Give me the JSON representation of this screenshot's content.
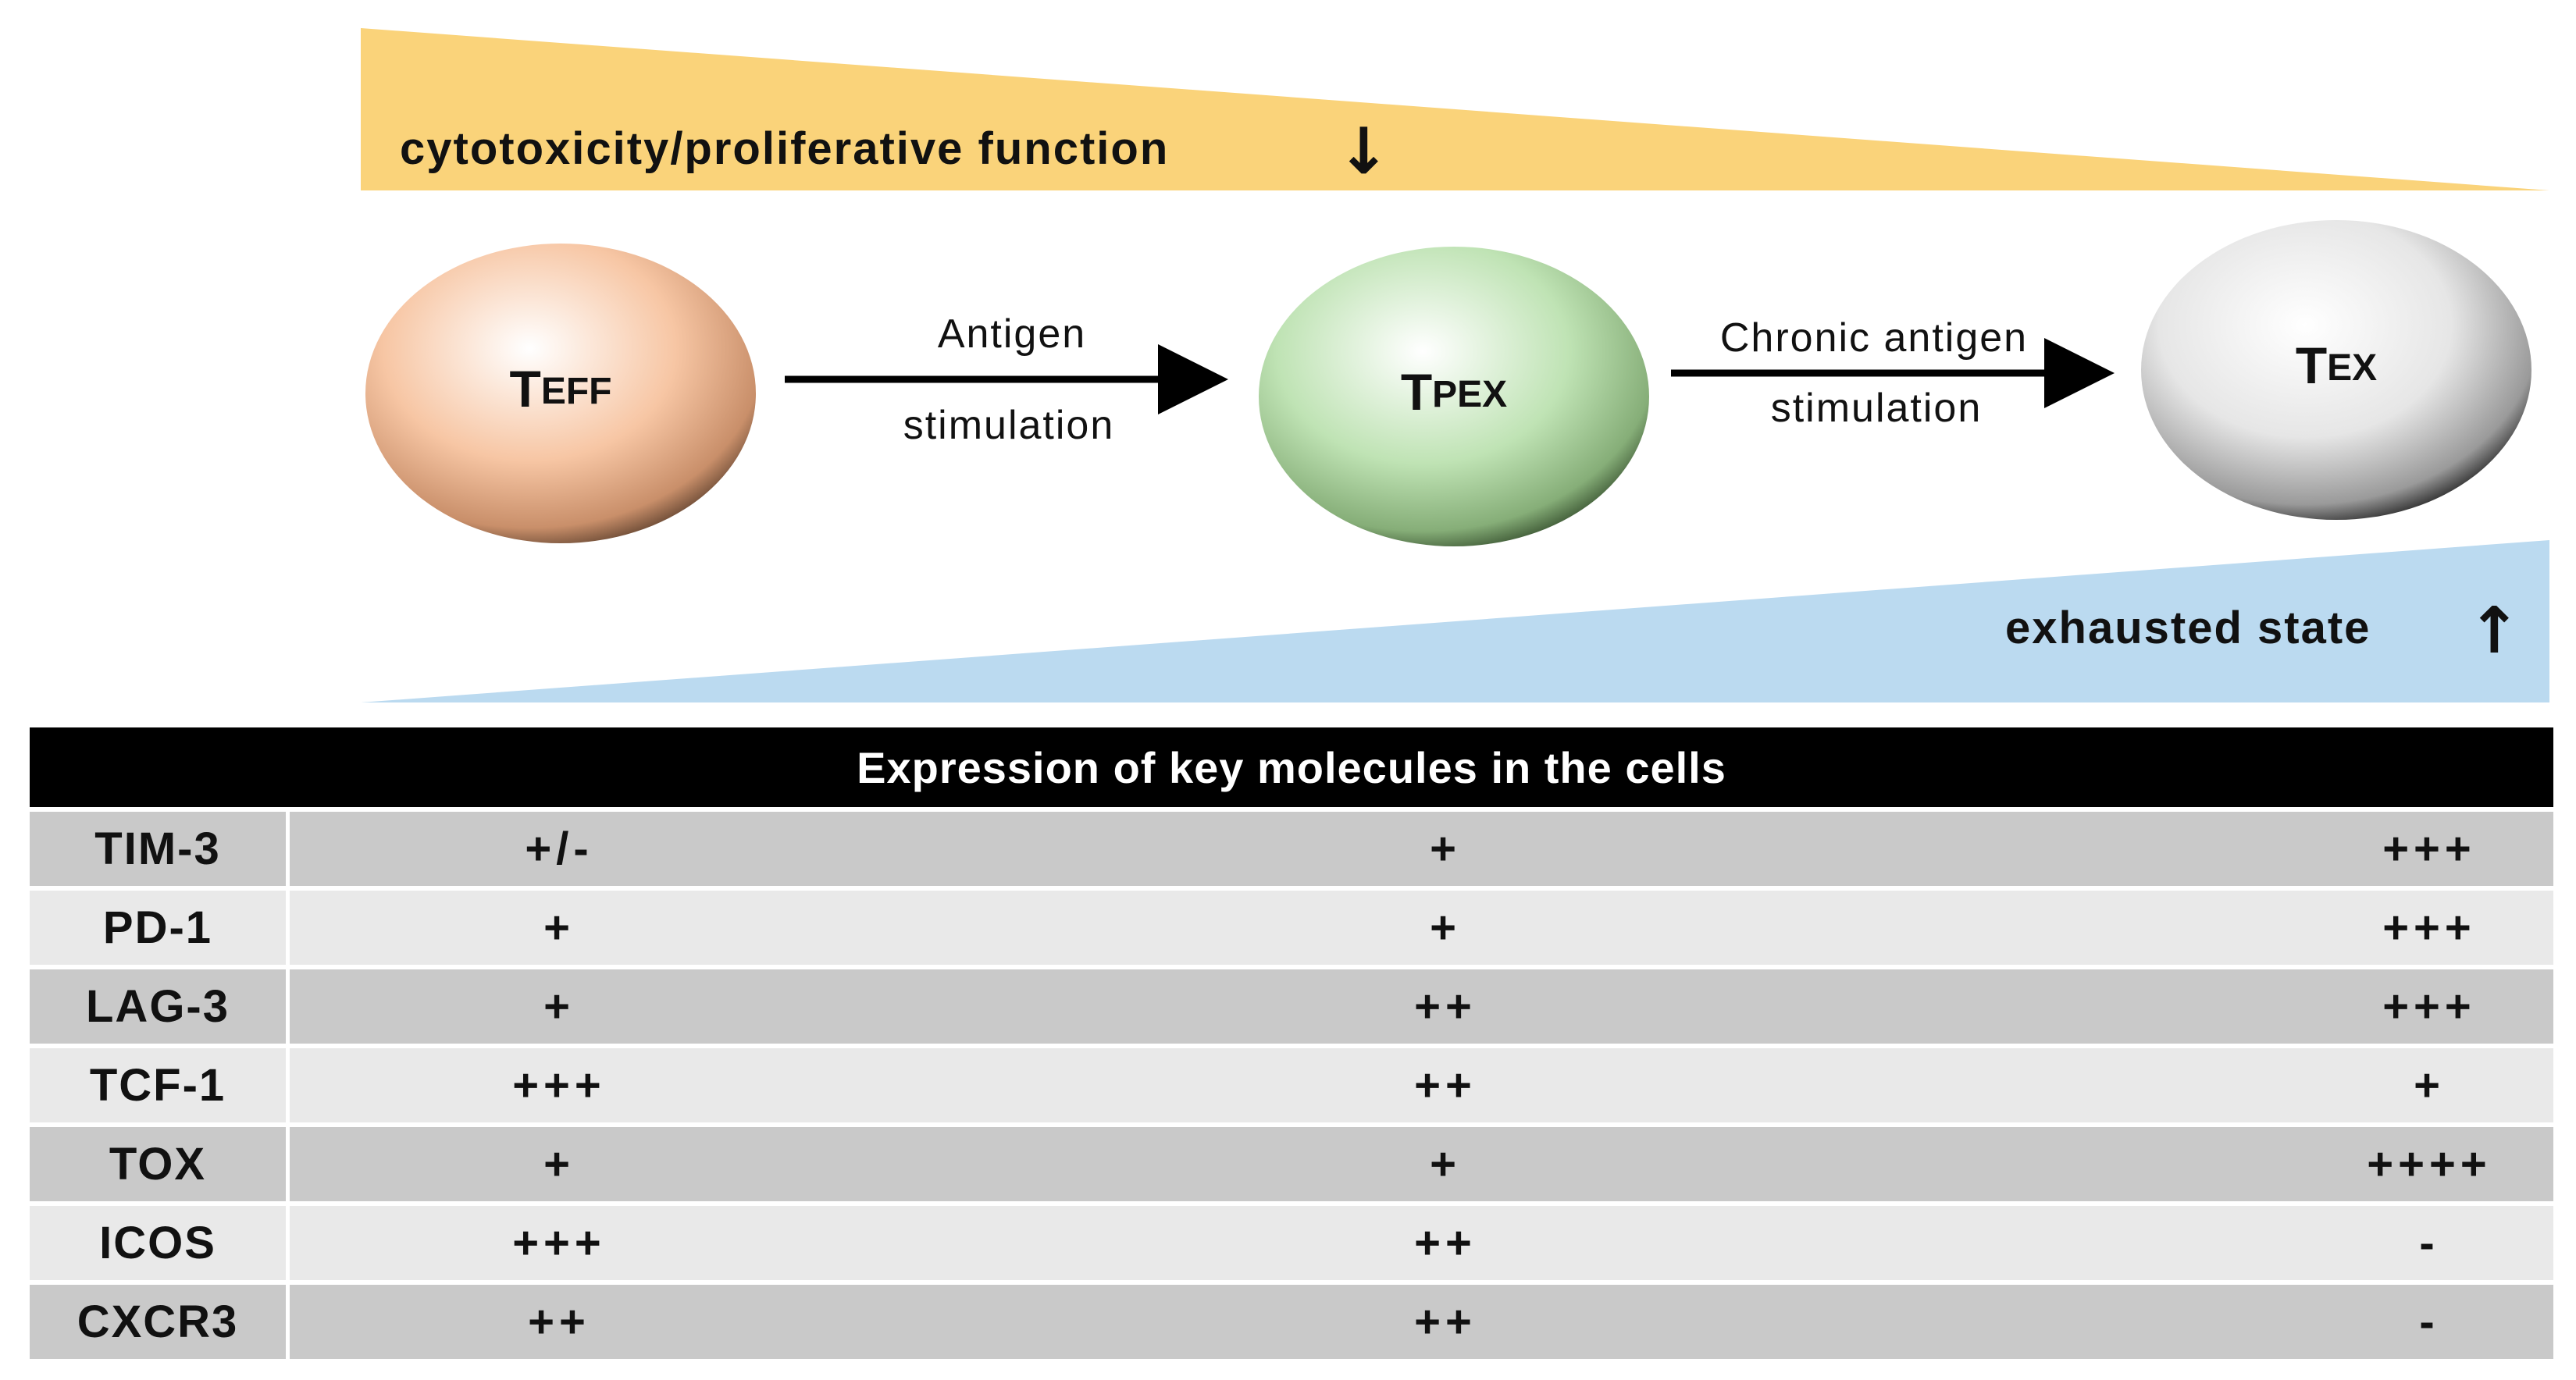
{
  "diagram": {
    "top_band": {
      "label": "cytotoxicity/proliferative function",
      "arrow": "↓",
      "color": "#FAD37A"
    },
    "bottom_band": {
      "label": "exhausted state",
      "arrow": "↑",
      "color": "#BBDAF0"
    },
    "cells": [
      {
        "main": "T",
        "sub": "EFF",
        "color": "#F7C6A4"
      },
      {
        "main": "T",
        "sub": "PEX",
        "color": "#BFE3B4"
      },
      {
        "main": "T",
        "sub": "EX",
        "color": "#D9D9D9"
      }
    ],
    "transitions": [
      {
        "line1": "Antigen",
        "line2": "stimulation"
      },
      {
        "line1": "Chronic antigen",
        "line2": "stimulation"
      }
    ]
  },
  "table": {
    "header": "Expression of key molecules in the cells",
    "rows": [
      {
        "name": "TIM-3",
        "values": [
          "+/-",
          "+",
          "+++"
        ]
      },
      {
        "name": "PD-1",
        "values": [
          "+",
          "+",
          "+++"
        ]
      },
      {
        "name": "LAG-3",
        "values": [
          "+",
          "++",
          "+++"
        ]
      },
      {
        "name": "TCF-1",
        "values": [
          "+++",
          "++",
          "+"
        ]
      },
      {
        "name": "TOX",
        "values": [
          "+",
          "+",
          "++++"
        ]
      },
      {
        "name": "ICOS",
        "values": [
          "+++",
          "++",
          "-"
        ]
      },
      {
        "name": "CXCR3",
        "values": [
          "++",
          "++",
          "-"
        ]
      }
    ]
  }
}
